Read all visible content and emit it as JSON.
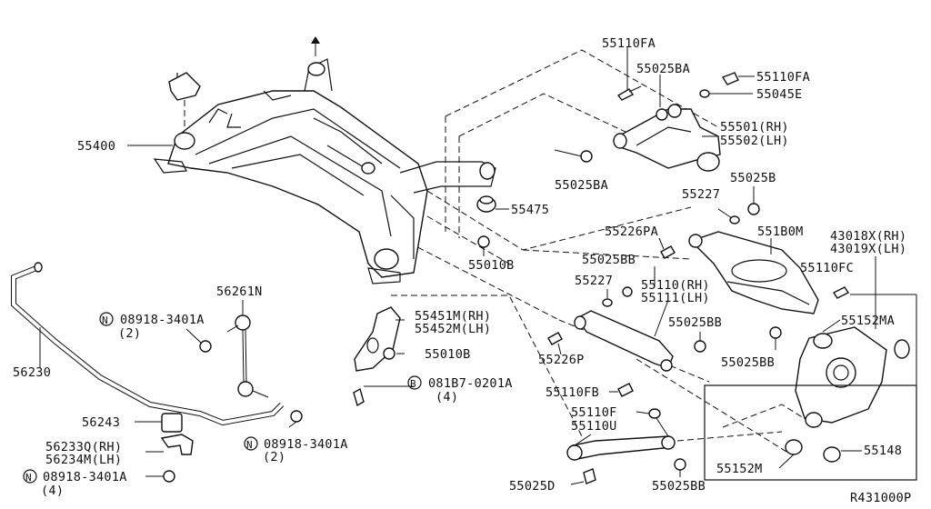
{
  "labels": {
    "l55110FA_top": "55110FA",
    "l55025BA_top": "55025BA",
    "l55110FA_right": "55110FA",
    "l55045E": "55045E",
    "l55501": "55501(RH)",
    "l55502": "55502(LH)",
    "l55400": "55400",
    "l55025BA_mid": "55025BA",
    "l55227_top": "55227",
    "l55025B": "55025B",
    "l55475": "55475",
    "l55226PA": "55226PA",
    "l551B0M": "551B0M",
    "l43018X": "43018X(RH)",
    "l43019X": "43019X(LH)",
    "l55010B_top": "55010B",
    "l55025BB_a": "55025BB",
    "l55110FC": "55110FC",
    "l55227_mid": "55227",
    "l55110": "55110(RH)",
    "l55111": "55111(LH)",
    "l56261N": "56261N",
    "l55451M": "55451M(RH)",
    "l55452M": "55452M(LH)",
    "l55025BB_b": "55025BB",
    "l55152MA": "55152MA",
    "l08918_a": "08918-3401A",
    "l08918_a_qty": "(2)",
    "l55226P": "55226P",
    "l55010B_mid": "55010B",
    "l55025BB_c": "55025BB",
    "l56230": "56230",
    "l081B7": "081B7-0201A",
    "l081B7_qty": "(4)",
    "l55110FB": "55110FB",
    "l55110F": "55110F",
    "l55110U": "55110U",
    "l56243": "56243",
    "l08918_b": "08918-3401A",
    "l08918_b_qty": "(2)",
    "l55148": "55148",
    "l56233Q": "56233Q(RH)",
    "l56234M": "56234M(LH)",
    "l55152M": "55152M",
    "l08918_c": "08918-3401A",
    "l08918_c_qty": "(4)",
    "l55025D": "55025D",
    "l55025BB_d": "55025BB",
    "ref": "R431000P"
  },
  "circle_prefixes": {
    "n1": "N",
    "b1": "B",
    "n2": "N",
    "n3": "N"
  }
}
